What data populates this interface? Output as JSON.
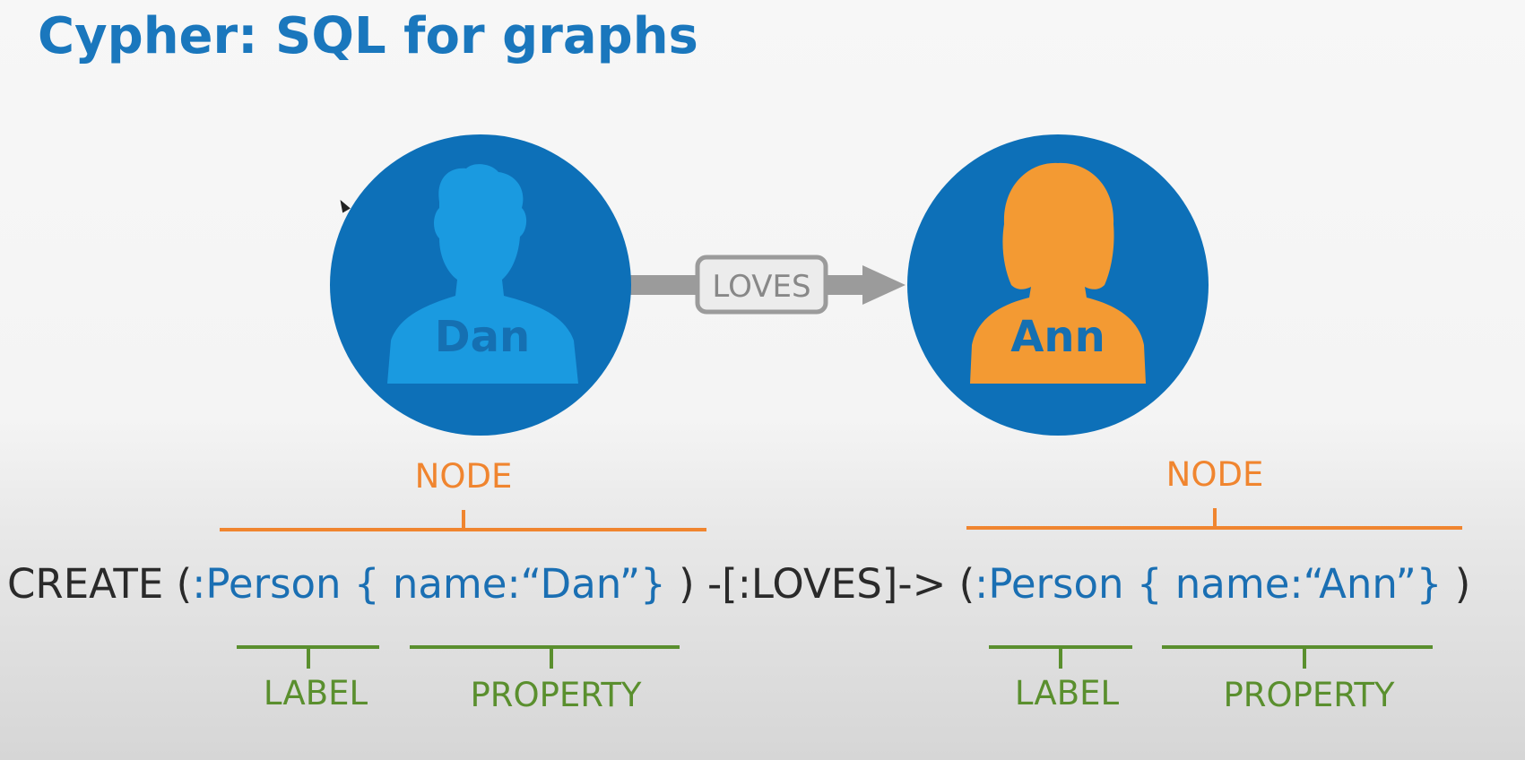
{
  "title": "Cypher: SQL for graphs",
  "nodes": [
    {
      "name": "Dan",
      "fill": "#1a9ae0",
      "label_color": "#1570b2"
    },
    {
      "name": "Ann",
      "fill": "#f39a33",
      "label_color": "#1570b2"
    }
  ],
  "relationship": {
    "label": "LOVES"
  },
  "colors": {
    "circle": "#0d70b8",
    "arrow": "#9b9b9b",
    "node_bracket": "#f0852f",
    "green_bracket": "#5a8f2e",
    "title": "#1a77bd"
  },
  "code": {
    "create": "CREATE ",
    "open1": "(",
    "label1": ":Person",
    "prop1": " { name:“Dan”} ",
    "close1": ")",
    "rel": " -[:LOVES]-> ",
    "open2": "(",
    "label2": ":Person",
    "prop2": " { name:“Ann”} ",
    "close2": ")"
  },
  "annotations": {
    "node": "NODE",
    "label": "LABEL",
    "property": "PROPERTY"
  }
}
